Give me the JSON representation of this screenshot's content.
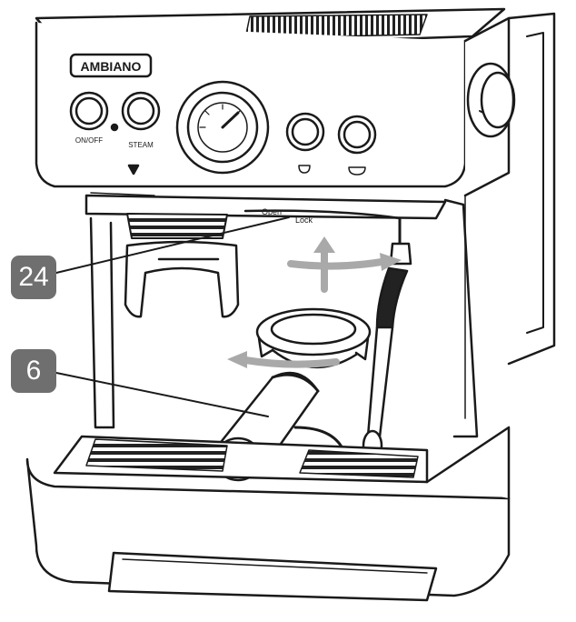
{
  "brand": "AMBIANO",
  "callouts": [
    {
      "number": "24"
    },
    {
      "number": "6"
    }
  ],
  "labels": {
    "left_button": "ON/OFF",
    "mid_button": "STEAM",
    "open": "Open",
    "lock": "Lock"
  },
  "colors": {
    "stroke": "#1a1a1a",
    "badge": "#6f6f6f",
    "arrow": "#a9a9a9"
  }
}
